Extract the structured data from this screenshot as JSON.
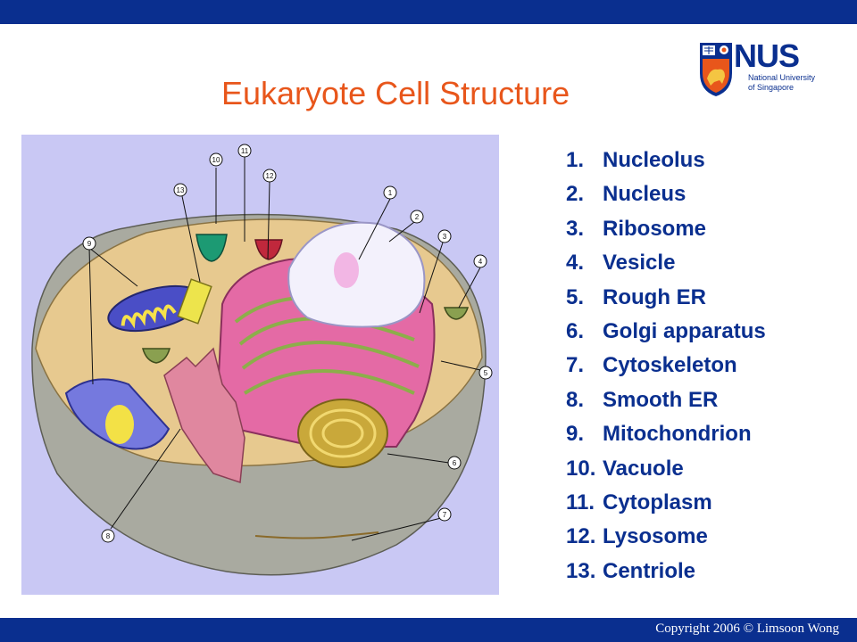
{
  "slide": {
    "title": "Eukaryote Cell Structure",
    "copyright": "Copyright 2006 © Limsoon Wong"
  },
  "logo": {
    "name": "NUS",
    "line1": "National University",
    "line2": "of Singapore",
    "colors": {
      "navy": "#0a2f8f",
      "orange": "#e8561b"
    }
  },
  "diagram": {
    "callouts": [
      "1",
      "2",
      "3",
      "4",
      "5",
      "6",
      "7",
      "8",
      "9",
      "10",
      "11",
      "12",
      "13"
    ]
  },
  "legend": [
    {
      "num": "1.",
      "label": "Nucleolus"
    },
    {
      "num": "2.",
      "label": "Nucleus"
    },
    {
      "num": "3.",
      "label": "Ribosome"
    },
    {
      "num": "4.",
      "label": "Vesicle"
    },
    {
      "num": "5.",
      "label": "Rough ER"
    },
    {
      "num": "6.",
      "label": "Golgi apparatus"
    },
    {
      "num": "7.",
      "label": "Cytoskeleton"
    },
    {
      "num": "8.",
      "label": "Smooth ER"
    },
    {
      "num": "9.",
      "label": "Mitochondrion"
    },
    {
      "num": "10.",
      "label": "Vacuole"
    },
    {
      "num": "11.",
      "label": "Cytoplasm"
    },
    {
      "num": "12.",
      "label": "Lysosome"
    },
    {
      "num": "13.",
      "label": "Centriole"
    }
  ]
}
